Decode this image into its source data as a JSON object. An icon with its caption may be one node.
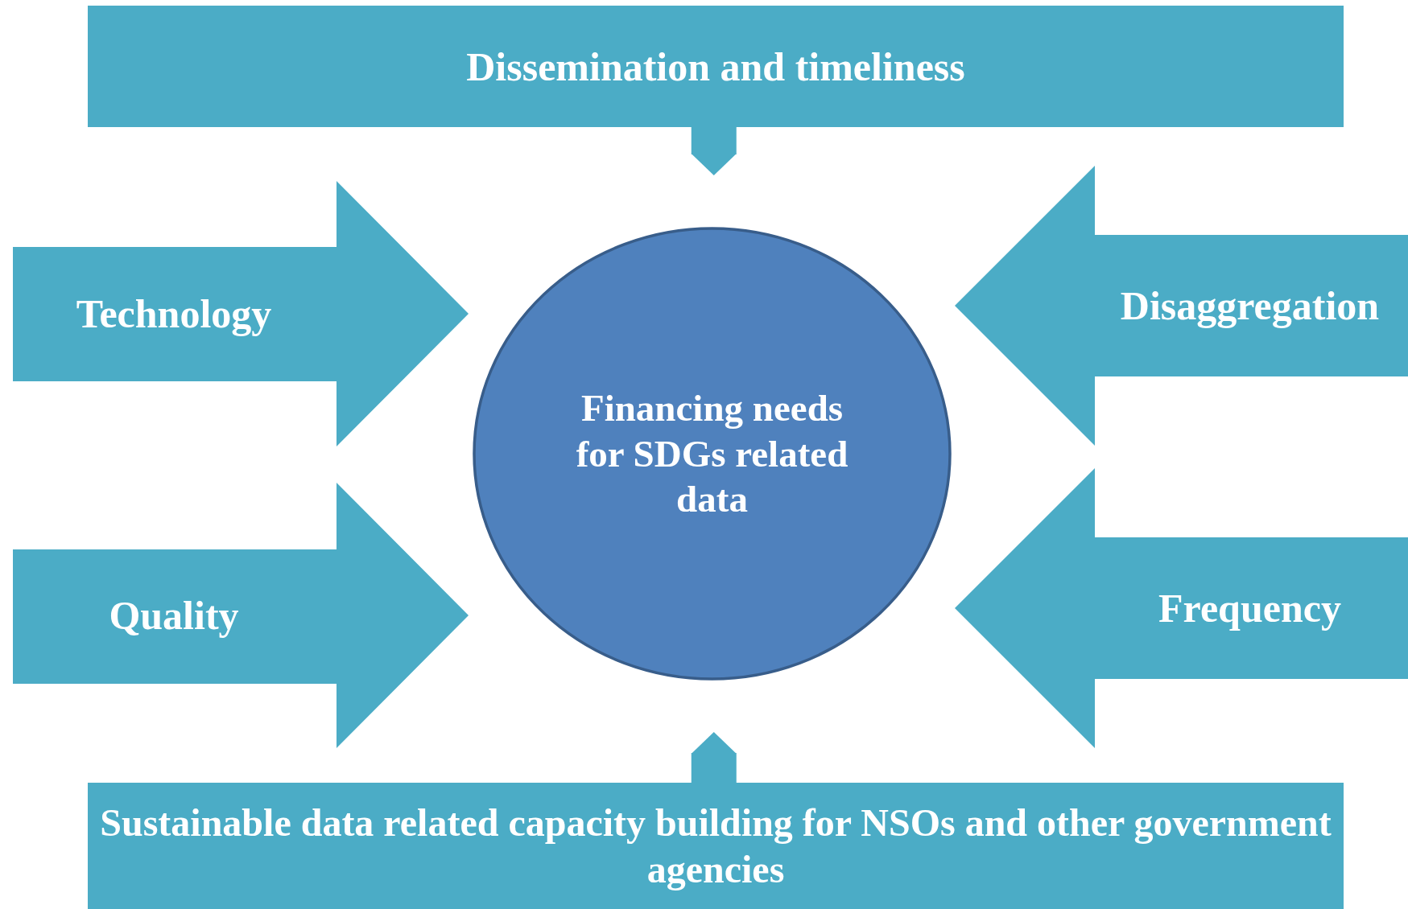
{
  "diagram": {
    "nodes": [
      {
        "text": [
          "Dissemination and timeliness"
        ]
      },
      {
        "text": [
          "Technology"
        ]
      },
      {
        "text": [
          "Disaggregation"
        ]
      },
      {
        "text": [
          "Financing needs for SDGs related data"
        ]
      },
      {
        "text": [
          "Quality"
        ]
      },
      {
        "text": [
          "Frequency"
        ]
      },
      {
        "text": [
          "Sustainable data related capacity building for NSOs and other government agencies"
        ]
      }
    ],
    "edges": [
      {
        "from": 0,
        "to": 3,
        "arrow": "to"
      },
      {
        "from": 6,
        "to": 3,
        "arrow": "to"
      }
    ]
  }
}
